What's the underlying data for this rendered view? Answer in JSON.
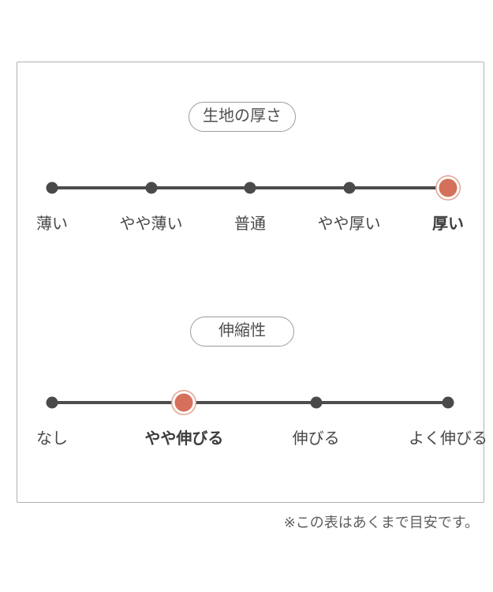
{
  "page": {
    "footnote": "※この表はあくまで目安です。"
  },
  "colors": {
    "line": "#4d4d4d",
    "dot": "#4a4a4a",
    "active_fill": "#d5705a",
    "active_ring": "#e2a391",
    "label": "#474747",
    "label_active": "#3d3d3d",
    "pill_border": "#9c9c9c",
    "pill_text": "#4f4f4f",
    "box_border": "#b0b0b0",
    "footnote_text": "#5e5e5e"
  },
  "scales": [
    {
      "id": "fabric-thickness",
      "title": "生地の厚さ",
      "items": [
        "薄い",
        "やや薄い",
        "普通",
        "やや厚い",
        "厚い"
      ],
      "selected_index": 4,
      "selected_label": "厚い"
    },
    {
      "id": "stretch",
      "title": "伸縮性",
      "items": [
        "なし",
        "やや伸びる",
        "伸びる",
        "よく伸びる"
      ],
      "selected_index": 1,
      "selected_label": "やや伸びる"
    }
  ],
  "chart_data": [
    {
      "type": "line",
      "title": "生地の厚さ",
      "categories": [
        "薄い",
        "やや薄い",
        "普通",
        "やや厚い",
        "厚い"
      ],
      "selected": "厚い",
      "selected_index": 4,
      "legend_position": "none",
      "grid": false
    },
    {
      "type": "line",
      "title": "伸縮性",
      "categories": [
        "なし",
        "やや伸びる",
        "伸びる",
        "よく伸びる"
      ],
      "selected": "やや伸びる",
      "selected_index": 1,
      "legend_position": "none",
      "grid": false
    }
  ]
}
